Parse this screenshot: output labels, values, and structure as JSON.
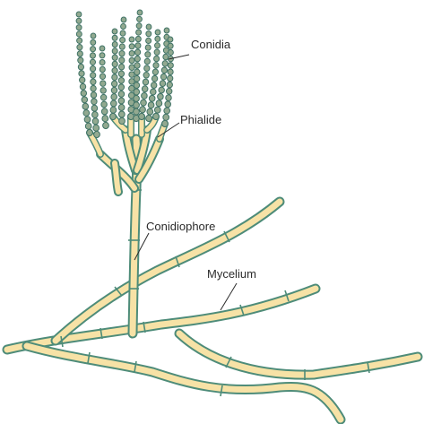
{
  "labels": {
    "conidia": "Conidia",
    "phialide": "Phialide",
    "conidiophore": "Conidiophore",
    "mycelium": "Mycelium"
  },
  "colors": {
    "cytoplasm": "#f7e2a6",
    "cell_wall": "#4e8c79",
    "spore_fill": "#92a990",
    "spore_outline": "#3f7265",
    "text": "#2b2b2b"
  }
}
